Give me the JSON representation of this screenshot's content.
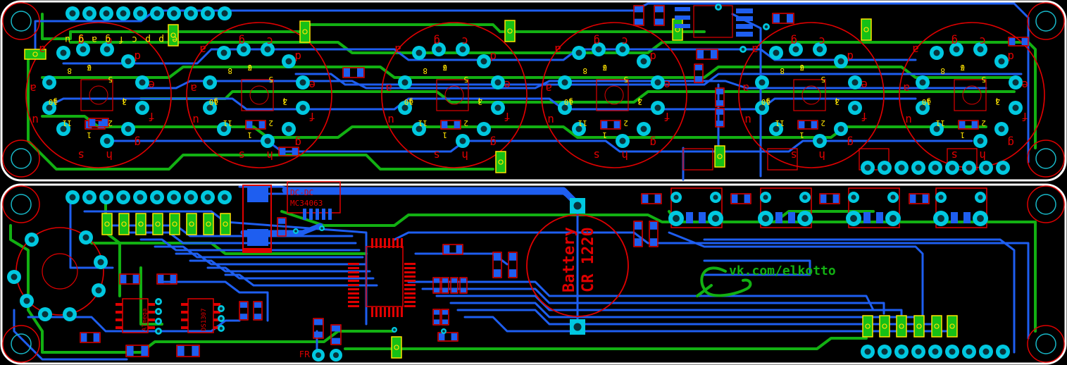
{
  "board": {
    "colors": {
      "background": "#000000",
      "outline": "#ffffff",
      "top_copper": "#1e5ef0",
      "bottom_copper": "#12b012",
      "silkscreen": "#e00000",
      "pad": "#00c8e0",
      "label": "#ffe400",
      "mount_hole": "#18b8c8"
    },
    "tubes": [
      {
        "segment_label": "g",
        "pin_labels": [
          "8",
          "7",
          "6",
          "5",
          "4",
          "3",
          "2",
          "1",
          "11",
          "10",
          "9"
        ]
      },
      {
        "segment_label": "g",
        "pin_labels": [
          "8",
          "7",
          "6",
          "5",
          "4",
          "3",
          "2",
          "1",
          "11",
          "10",
          "9"
        ]
      },
      {
        "segment_label": "g",
        "pin_labels": [
          "8",
          "7",
          "6",
          "5",
          "4",
          "3",
          "2",
          "1",
          "11",
          "10",
          "9"
        ]
      },
      {
        "segment_label": "g",
        "pin_labels": [
          "8",
          "7",
          "6",
          "5",
          "4",
          "3",
          "2",
          "1",
          "11",
          "10",
          "9"
        ]
      },
      {
        "segment_label": "g",
        "pin_labels": [
          "8",
          "7",
          "6",
          "5",
          "4",
          "3",
          "2",
          "1",
          "11",
          "10",
          "9"
        ]
      },
      {
        "segment_label": "g",
        "pin_labels": [
          "8",
          "7",
          "6",
          "5",
          "4",
          "3",
          "2",
          "1",
          "11",
          "10",
          "9"
        ]
      }
    ],
    "segment_letters": [
      "a",
      "b",
      "c",
      "d",
      "e",
      "f",
      "g",
      "h",
      "s",
      "u"
    ],
    "top_header_labels": [
      "u",
      "g",
      "a",
      "g",
      "f",
      "c",
      "p",
      "p",
      "e"
    ],
    "battery": {
      "line1": "Battery",
      "line2": "CR 1220"
    },
    "signature": "vk.com/elkotto",
    "dcdc_label": "DC-DC",
    "chip_label": "MC34063",
    "pad_label_fr": "FR",
    "ic_labels": [
      "ATmega",
      "DS1307"
    ]
  }
}
